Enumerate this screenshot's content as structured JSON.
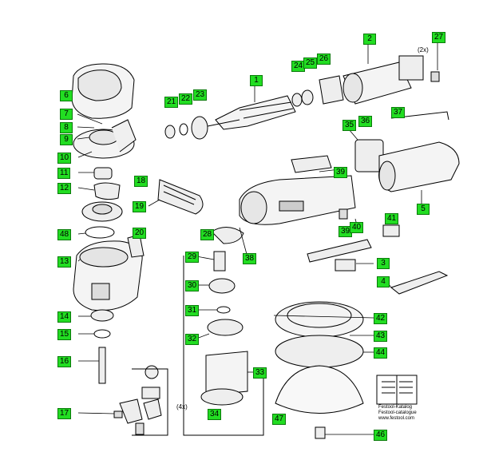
{
  "diagram": {
    "labels": [
      {
        "id": "1",
        "text": "1"
      },
      {
        "id": "2",
        "text": "2"
      },
      {
        "id": "3",
        "text": "3"
      },
      {
        "id": "4",
        "text": "4"
      },
      {
        "id": "5",
        "text": "5"
      },
      {
        "id": "6",
        "text": "6"
      },
      {
        "id": "7",
        "text": "7"
      },
      {
        "id": "8",
        "text": "8"
      },
      {
        "id": "9",
        "text": "9"
      },
      {
        "id": "10",
        "text": "10"
      },
      {
        "id": "11",
        "text": "11"
      },
      {
        "id": "12",
        "text": "12"
      },
      {
        "id": "13",
        "text": "13"
      },
      {
        "id": "14",
        "text": "14"
      },
      {
        "id": "15",
        "text": "15"
      },
      {
        "id": "16",
        "text": "16"
      },
      {
        "id": "17",
        "text": "17"
      },
      {
        "id": "18",
        "text": "18"
      },
      {
        "id": "19",
        "text": "19"
      },
      {
        "id": "20",
        "text": "20"
      },
      {
        "id": "21",
        "text": "21"
      },
      {
        "id": "22",
        "text": "22"
      },
      {
        "id": "23",
        "text": "23"
      },
      {
        "id": "24",
        "text": "24"
      },
      {
        "id": "25",
        "text": "25"
      },
      {
        "id": "26",
        "text": "26"
      },
      {
        "id": "27",
        "text": "27"
      },
      {
        "id": "28",
        "text": "28"
      },
      {
        "id": "29",
        "text": "29"
      },
      {
        "id": "30",
        "text": "30"
      },
      {
        "id": "31",
        "text": "31"
      },
      {
        "id": "32",
        "text": "32"
      },
      {
        "id": "33",
        "text": "33"
      },
      {
        "id": "34",
        "text": "34"
      },
      {
        "id": "35",
        "text": "35"
      },
      {
        "id": "36",
        "text": "36"
      },
      {
        "id": "37",
        "text": "37"
      },
      {
        "id": "38",
        "text": "38"
      },
      {
        "id": "39a",
        "text": "39"
      },
      {
        "id": "39b",
        "text": "39"
      },
      {
        "id": "40",
        "text": "40"
      },
      {
        "id": "41",
        "text": "41"
      },
      {
        "id": "42",
        "text": "42"
      },
      {
        "id": "43",
        "text": "43"
      },
      {
        "id": "44",
        "text": "44"
      },
      {
        "id": "46",
        "text": "46"
      },
      {
        "id": "47",
        "text": "47"
      },
      {
        "id": "48",
        "text": "48"
      }
    ],
    "quantities": {
      "q27": "(2x)",
      "q34": "(4x)"
    },
    "catalog": {
      "line1": "Festool-Katalog",
      "line2": "Festool-catalogue",
      "line3": "www.festool.com"
    },
    "colors": {
      "label_fill": "#22dd22",
      "line": "#000000"
    }
  }
}
